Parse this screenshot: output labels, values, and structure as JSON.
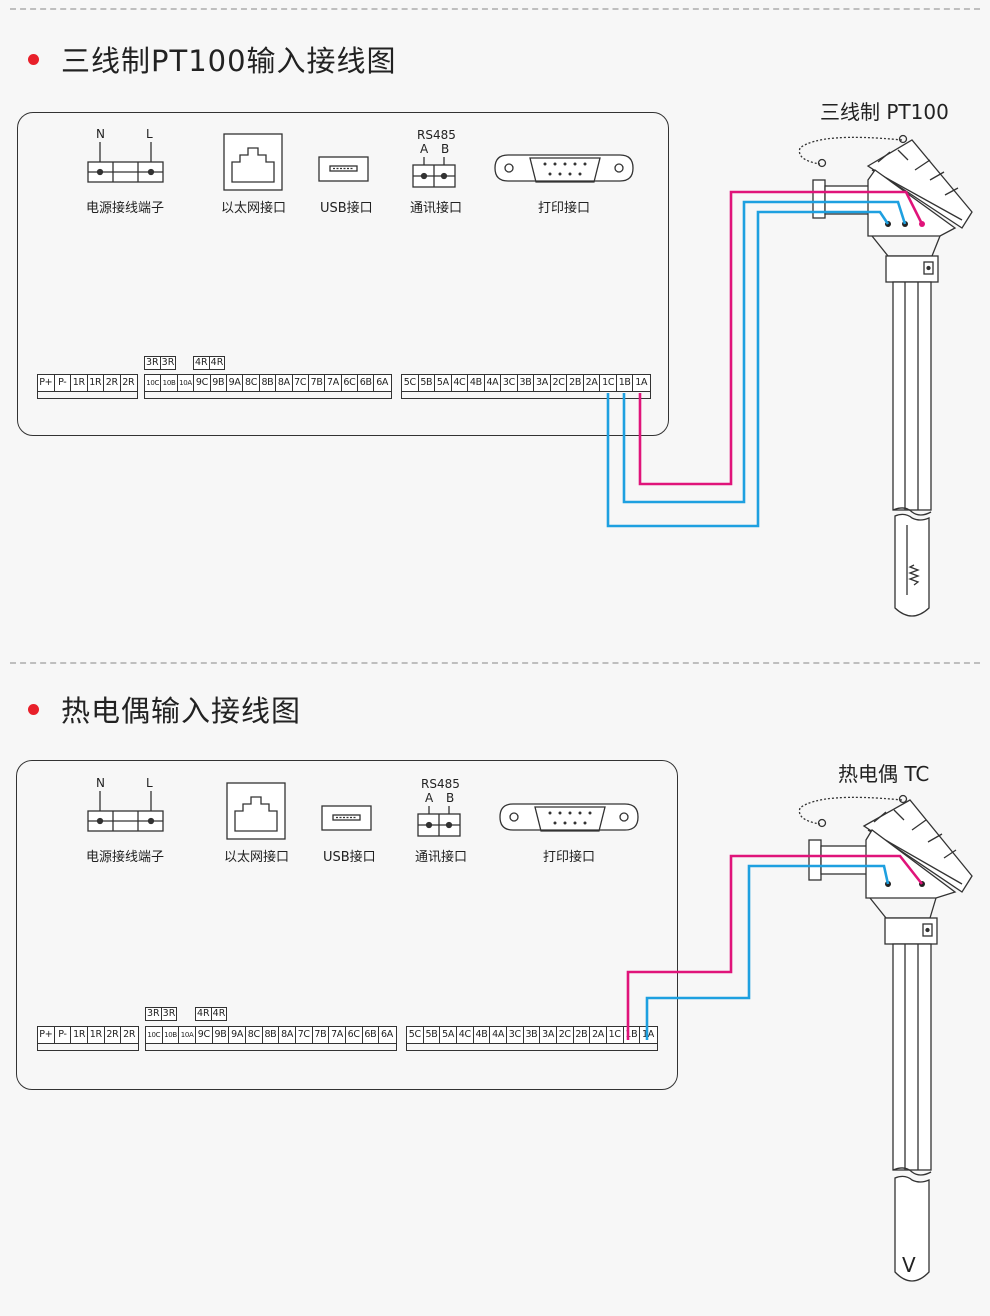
{
  "sections": [
    {
      "title": "三线制PT100输入接线图",
      "sensor_title": "三线制 PT100",
      "wires": 3
    },
    {
      "title": "热电偶输入接线图",
      "sensor_title": "热电偶 TC",
      "wires": 2
    }
  ],
  "ports": {
    "power_n": "N",
    "power_l": "L",
    "power_label": "电源接线端子",
    "ethernet_label": "以太网接口",
    "usb_label": "USB接口",
    "rs485": "RS485",
    "rs485_a": "A",
    "rs485_b": "B",
    "comm_label": "通讯接口",
    "print_label": "打印接口"
  },
  "terminals": {
    "group1": [
      "P+",
      "P-",
      "1R",
      "1R",
      "2R",
      "2R"
    ],
    "group2": [
      "10C",
      "10B",
      "10A",
      "9C",
      "9B",
      "9A",
      "8C",
      "8B",
      "8A",
      "7C",
      "7B",
      "7A",
      "6C",
      "6B",
      "6A"
    ],
    "group2_extra_3r": [
      "3R",
      "3R"
    ],
    "group2_extra_4r": [
      "4R",
      "4R"
    ],
    "group3": [
      "5C",
      "5B",
      "5A",
      "4C",
      "4B",
      "4A",
      "3C",
      "3B",
      "3A",
      "2C",
      "2B",
      "2A",
      "1C",
      "1B",
      "1A"
    ]
  },
  "sensor_tip_tc": "V",
  "colors": {
    "magenta": "#e0147a",
    "blue": "#1ea0e0",
    "bullet": "#e8202a",
    "line": "#333333"
  }
}
